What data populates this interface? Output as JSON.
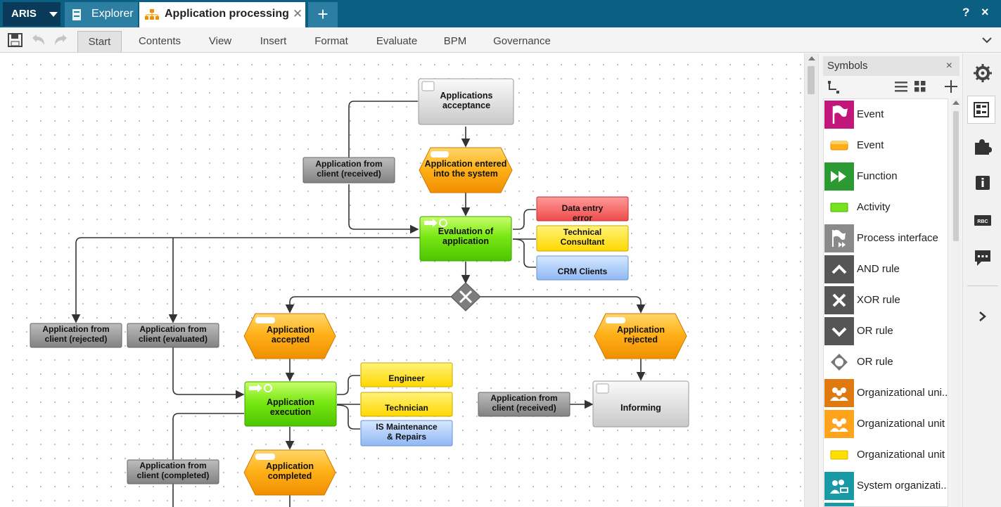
{
  "app": {
    "name": "ARIS"
  },
  "tabs": [
    {
      "label": "Explorer"
    },
    {
      "label": "Application processing"
    }
  ],
  "header": {
    "help": "?",
    "close": "×"
  },
  "ribbon": {
    "tabs": [
      "Start",
      "Contents",
      "View",
      "Insert",
      "Format",
      "Evaluate",
      "BPM",
      "Governance"
    ]
  },
  "model": {
    "events": [
      {
        "label": "Application entered into the system"
      },
      {
        "label": "Application accepted"
      },
      {
        "label": "Application rejected"
      },
      {
        "label": "Application completed"
      }
    ],
    "functions": [
      {
        "label": "Evaluation of application"
      },
      {
        "label": "Application execution"
      }
    ],
    "processes": [
      {
        "label": "Applications acceptance"
      },
      {
        "label": "Informing"
      }
    ],
    "documents": [
      {
        "label": "Application from client (received)"
      },
      {
        "label": "Application from client (rejected)"
      },
      {
        "label": "Application from client (evaluated)"
      },
      {
        "label": "Application from client (received)"
      },
      {
        "label": "Application from client (completed)"
      }
    ],
    "roles": [
      {
        "label": "Technical Consultant"
      },
      {
        "label": "Engineer"
      },
      {
        "label": "Technician"
      }
    ],
    "risks": [
      {
        "label": "Data entry error"
      }
    ],
    "systems": [
      {
        "label": "CRM Clients"
      },
      {
        "label": "IS Maintenance & Repairs"
      }
    ]
  },
  "symbols": {
    "title": "Symbols",
    "close": "×",
    "items": [
      {
        "label": "Event",
        "icon": "event-flag-icon"
      },
      {
        "label": "Event",
        "icon": "event-icon"
      },
      {
        "label": "Function",
        "icon": "function-icon"
      },
      {
        "label": "Activity",
        "icon": "activity-icon"
      },
      {
        "label": "Process interface",
        "icon": "process-interface-icon"
      },
      {
        "label": "AND rule",
        "icon": "and-rule-icon"
      },
      {
        "label": "XOR rule",
        "icon": "xor-rule-icon"
      },
      {
        "label": "OR rule",
        "icon": "or-rule-icon"
      },
      {
        "label": "OR rule",
        "icon": "or-rule-outline-icon"
      },
      {
        "label": "Organizational uni...",
        "icon": "org-unit-icon"
      },
      {
        "label": "Organizational unit",
        "icon": "org-unit-icon"
      },
      {
        "label": "Organizational unit",
        "icon": "org-unit-folder-icon"
      },
      {
        "label": "System organizati...",
        "icon": "system-org-icon"
      }
    ]
  },
  "colors": {
    "topbar": "#0b5f82",
    "event": "#ffa500",
    "function": "#66dd00",
    "role": "#ffe000",
    "risk": "#ff5555",
    "system": "#9cc4ff",
    "document": "#8c8c8c"
  }
}
